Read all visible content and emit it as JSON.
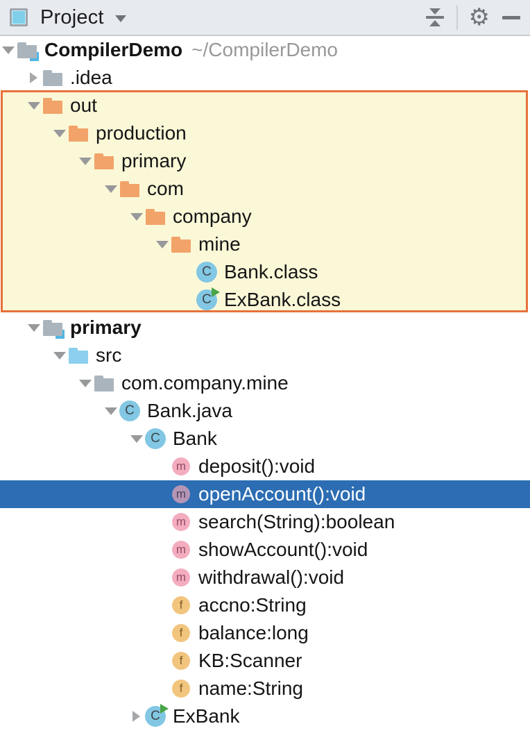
{
  "header": {
    "title": "Project",
    "tool_icons": [
      "project-tool-window",
      "dropdown",
      "collapse-all",
      "settings-gear",
      "hide-panel"
    ]
  },
  "tree": {
    "rows": [
      {
        "label": "CompilerDemo",
        "suffix": "~/CompilerDemo",
        "level": 0,
        "icon": "module",
        "chevron": "expanded",
        "bold": true
      },
      {
        "label": ".idea",
        "level": 1,
        "icon": "folder-gray",
        "chevron": "collapsed"
      },
      {
        "label": "out",
        "level": 1,
        "icon": "folder-orange",
        "chevron": "expanded",
        "highlighted": true
      },
      {
        "label": "production",
        "level": 2,
        "icon": "folder-orange",
        "chevron": "expanded",
        "highlighted": true
      },
      {
        "label": "primary",
        "level": 3,
        "icon": "folder-orange",
        "chevron": "expanded",
        "highlighted": true
      },
      {
        "label": "com",
        "level": 4,
        "icon": "folder-orange",
        "chevron": "expanded",
        "highlighted": true
      },
      {
        "label": "company",
        "level": 5,
        "icon": "folder-orange",
        "chevron": "expanded",
        "highlighted": true
      },
      {
        "label": "mine",
        "level": 6,
        "icon": "folder-orange",
        "chevron": "expanded",
        "highlighted": true
      },
      {
        "label": "Bank.class",
        "level": 7,
        "icon": "class",
        "chevron": "none",
        "highlighted": true
      },
      {
        "label": "ExBank.class",
        "level": 7,
        "icon": "class-run",
        "chevron": "none",
        "highlighted": true
      },
      {
        "label": "primary",
        "level": 1,
        "icon": "module",
        "chevron": "expanded",
        "bold": true
      },
      {
        "label": "src",
        "level": 2,
        "icon": "folder-blue",
        "chevron": "expanded"
      },
      {
        "label": "com.company.mine",
        "level": 3,
        "icon": "package",
        "chevron": "expanded"
      },
      {
        "label": "Bank.java",
        "level": 4,
        "icon": "class",
        "chevron": "expanded"
      },
      {
        "label": "Bank",
        "level": 5,
        "icon": "class",
        "chevron": "expanded"
      },
      {
        "label": "deposit():void",
        "level": 6,
        "icon": "method",
        "chevron": "none"
      },
      {
        "label": "openAccount():void",
        "level": 6,
        "icon": "method",
        "chevron": "none",
        "selected": true
      },
      {
        "label": "search(String):boolean",
        "level": 6,
        "icon": "method",
        "chevron": "none"
      },
      {
        "label": "showAccount():void",
        "level": 6,
        "icon": "method",
        "chevron": "none"
      },
      {
        "label": "withdrawal():void",
        "level": 6,
        "icon": "method",
        "chevron": "none"
      },
      {
        "label": "accno:String",
        "level": 6,
        "icon": "field",
        "chevron": "none"
      },
      {
        "label": "balance:long",
        "level": 6,
        "icon": "field",
        "chevron": "none"
      },
      {
        "label": "KB:Scanner",
        "level": 6,
        "icon": "field",
        "chevron": "none"
      },
      {
        "label": "name:String",
        "level": 6,
        "icon": "field",
        "chevron": "none"
      },
      {
        "label": "ExBank",
        "level": 5,
        "icon": "class-run",
        "chevron": "collapsed"
      }
    ]
  },
  "colors": {
    "selection_background": "#2C6DB3",
    "highlight_border": "#E8713B",
    "highlight_background": "#FBF8D8",
    "folder_orange": "#F2A369",
    "folder_gray": "#AAB4BC",
    "folder_blue": "#8CCFEE",
    "class_icon_blue": "#82C7E3",
    "method_icon_pink": "#F4ACBF",
    "method_icon_selected": "#B495B6",
    "field_icon_amber": "#F2C57E",
    "run_overlay_green": "#4BA447",
    "module_square_blue": "#4FB6E3"
  }
}
